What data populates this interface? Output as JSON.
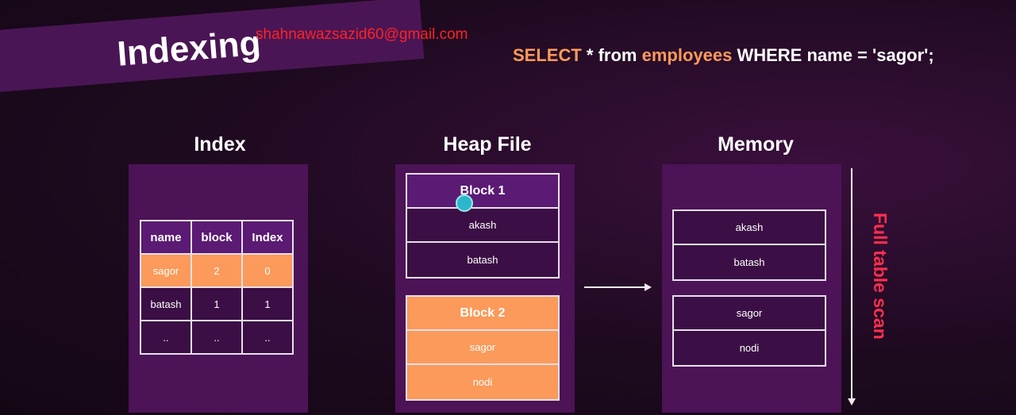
{
  "title": "Indexing",
  "email": "shahnawazsazid60@gmail.com",
  "query": {
    "select": "SELECT",
    "star_from": "* from",
    "table": "employees",
    "where": "WHERE name = 'sagor';"
  },
  "columns": {
    "index": "Index",
    "heap": "Heap File",
    "memory": "Memory"
  },
  "index_table": {
    "headers": [
      "name",
      "block",
      "Index"
    ],
    "rows": [
      [
        "sagor",
        "2",
        "0"
      ],
      [
        "batash",
        "1",
        "1"
      ],
      [
        "..",
        "..",
        ".."
      ]
    ]
  },
  "heap": {
    "block1": {
      "title": "Block 1",
      "rows": [
        "akash",
        "batash"
      ]
    },
    "block2": {
      "title": "Block 2",
      "rows": [
        "sagor",
        "nodi"
      ]
    }
  },
  "memory": {
    "group1": [
      "akash",
      "batash"
    ],
    "group2": [
      "sagor",
      "nodi"
    ]
  },
  "scan_label": "Full table scan",
  "colors": {
    "orange": "#fb9a5a",
    "purple": "#5b1a73",
    "red": "#ff2e4f"
  }
}
